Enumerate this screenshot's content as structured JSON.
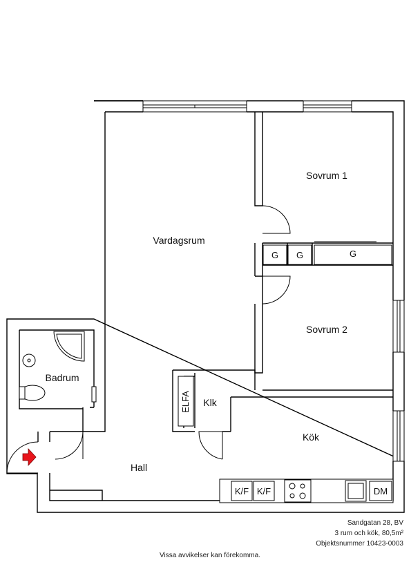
{
  "rooms": {
    "vardagsrum": "Vardagsrum",
    "sovrum1": "Sovrum 1",
    "sovrum2": "Sovrum 2",
    "badrum": "Badrum",
    "hall": "Hall",
    "kok": "Kök",
    "klk": "Klk",
    "elfa": "ELFA"
  },
  "fixtures": {
    "g1": "G",
    "g2": "G",
    "g3": "G",
    "kf1": "K/F",
    "kf2": "K/F",
    "dm": "DM"
  },
  "info": {
    "address": "Sandgatan 28, BV",
    "size": "3 rum och kök, 80,5m²",
    "object_number": "Objektsnummer 10423-0003",
    "disclaimer": "Vissa avvikelser kan förekomma."
  },
  "colors": {
    "wall": "#000000",
    "entry_arrow": "#e8141b"
  },
  "icons": {
    "entry": "red-arrow-entry-icon"
  }
}
